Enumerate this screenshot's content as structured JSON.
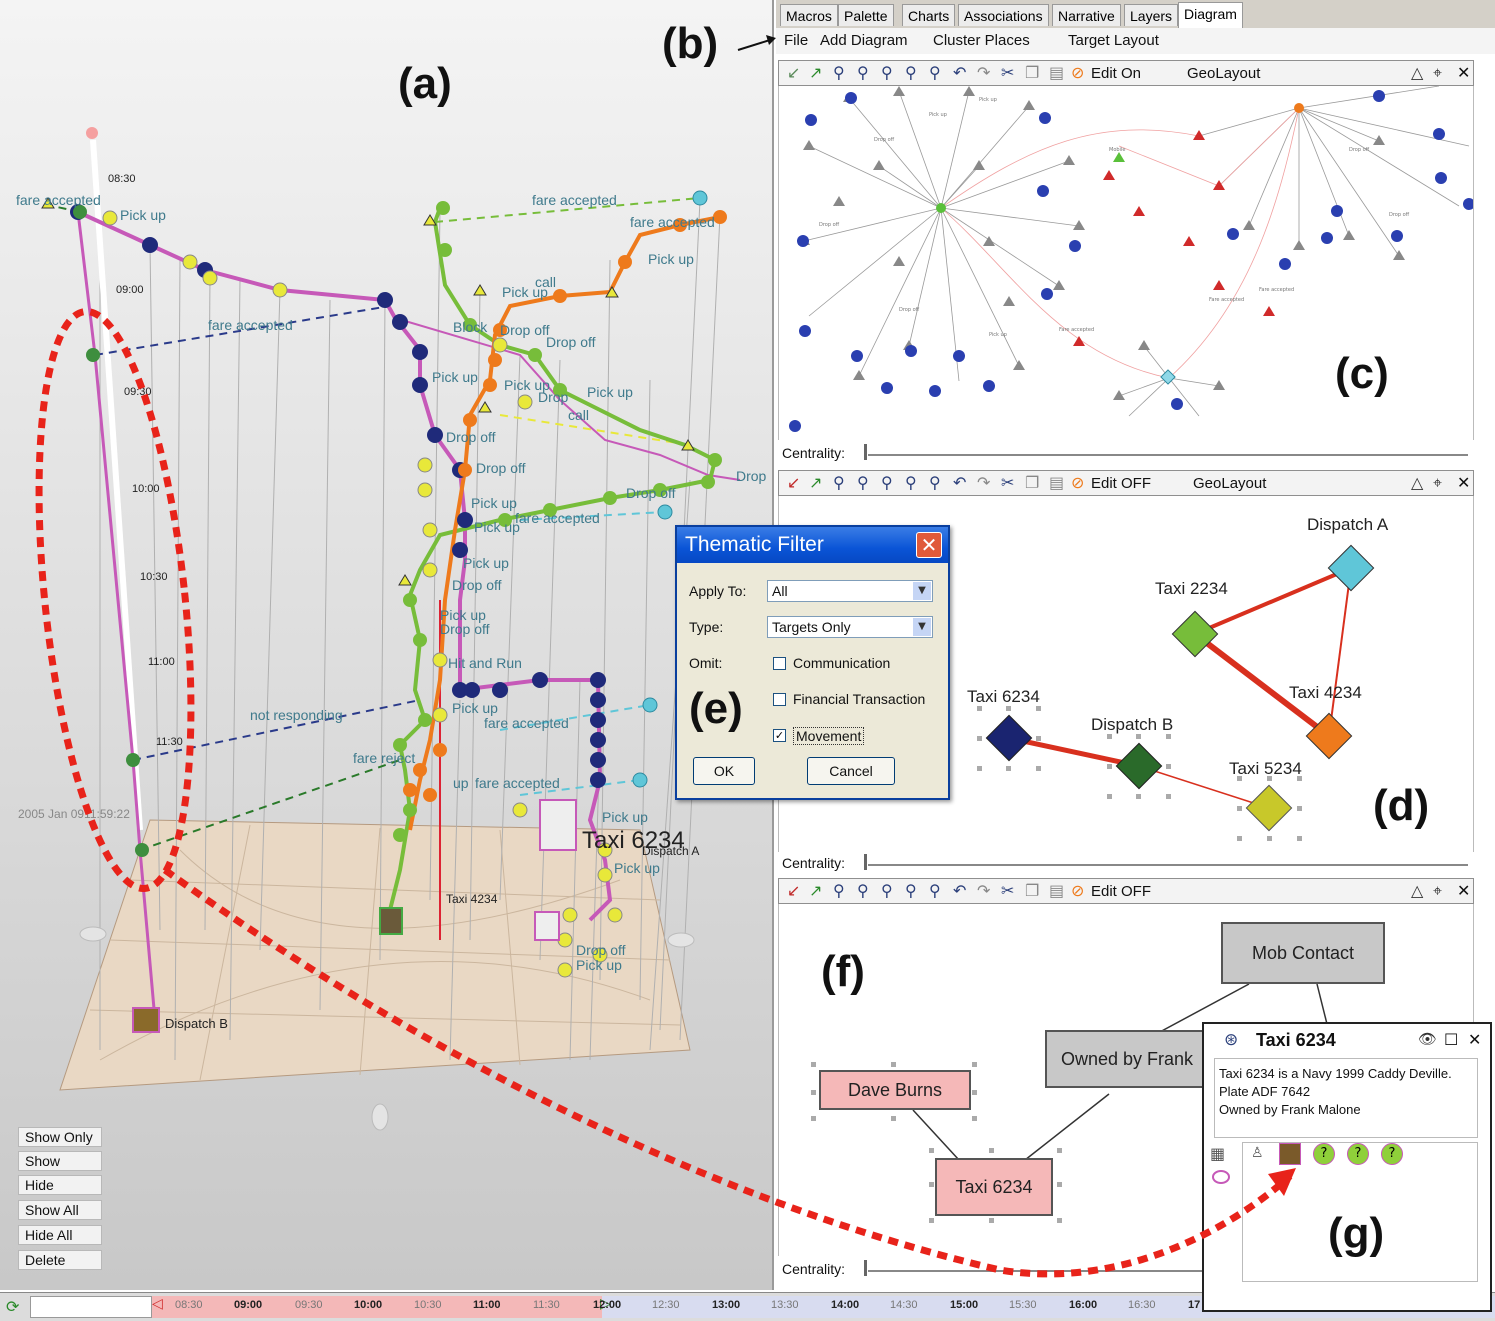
{
  "figure_letters": {
    "a": "(a)",
    "b": "(b)",
    "c": "(c)",
    "d": "(d)",
    "e": "(e)",
    "f": "(f)",
    "g": "(g)"
  },
  "colors": {
    "magenta_track": "#c659b8",
    "green_track": "#77bd3a",
    "orange_track": "#ee7a1c",
    "navy_node": "#1f2a7a",
    "yellow_node": "#e8e83a",
    "cyan_node": "#5fc6d8",
    "red_dotted": "#e8231a",
    "dialog_blue": "#0a54d6"
  },
  "scene": {
    "time_ticks": [
      "08:30",
      "09:00",
      "09:30",
      "10:00",
      "10:30",
      "11:00",
      "11:30"
    ],
    "timestamp": "2005 Jan 0911:59:22",
    "labels": {
      "fare_accepted_1": "fare accepted",
      "pick_up_1": "Pick up",
      "fare_accepted_2": "fare accepted",
      "fare_accepted_3": "fare accepted",
      "fare_accepted_4": "fare accepted",
      "call_1": "call",
      "pick_up_2": "Pick up",
      "pick_up_3": "Pick up",
      "block": "Block",
      "drop_off_1": "Drop off",
      "drop_off_2": "Drop off",
      "pick_up_4": "Pick up",
      "pick_up_5": "Pick up",
      "pick_up_6": "Pick up",
      "drop_1": "Drop",
      "call_2": "call",
      "drop_off_3": "Drop off",
      "drop_off_4": "Drop off",
      "drop_right": "Drop",
      "drop_off_5": "Drop off",
      "pick_up_7": "Pick up",
      "pick_up_8": "Pick up",
      "fare_accepted_5": "fare accepted",
      "pick_up_9": "Pick up",
      "drop_off_6": "Drop off",
      "pick_up_10": "Pick up",
      "drop_off_7": "Drop off",
      "hit_and_run": "Hit and Run",
      "pick_up_11": "Pick up",
      "fare_accepted_6": "fare accepted",
      "not_responding": "not responding",
      "fare_rejected": "fare reject",
      "pick_up_12": "up",
      "fare_accepted_7": "fare accepted",
      "pick_up_13": "Pick up",
      "pick_up_14": "Pick up",
      "taxi_6234": "Taxi 6234",
      "dispatch_a": "Dispatch A",
      "taxi_4234": "Taxi 4234",
      "drop_off_8": "Drop off",
      "pick_up_15": "Pick up",
      "dispatch_b": "Dispatch B"
    }
  },
  "filter_buttons": [
    "Show Only",
    "Show",
    "Hide",
    "Show All",
    "Hide All",
    "Delete"
  ],
  "tabs": [
    "Macros",
    "Palette",
    "Charts",
    "Associations",
    "Narrative",
    "Layers",
    "Diagram"
  ],
  "menu": [
    "File",
    "Add Diagram",
    "Cluster Places",
    "Target Layout"
  ],
  "toolbar_c": {
    "edit": "Edit On",
    "layout": "GeoLayout"
  },
  "toolbar_d": {
    "edit": "Edit OFF",
    "layout": "GeoLayout"
  },
  "toolbar_f": {
    "edit": "Edit OFF"
  },
  "centrality_label": "Centrality:",
  "graph_d": {
    "dispatch_a": "Dispatch A",
    "taxi_2234": "Taxi 2234",
    "taxi_4234": "Taxi 4234",
    "taxi_6234": "Taxi 6234",
    "dispatch_b": "Dispatch B",
    "taxi_5234": "Taxi 5234"
  },
  "graph_f": {
    "mob_contact": "Mob Contact",
    "owned_by_frank": "Owned by Frank",
    "dave_burns": "Dave Burns",
    "taxi_6234": "Taxi 6234"
  },
  "dialog": {
    "title": "Thematic Filter",
    "apply_to_label": "Apply To:",
    "apply_to_value": "All",
    "type_label": "Type:",
    "type_value": "Targets Only",
    "omit_label": "Omit:",
    "checks": [
      {
        "label": "Communication",
        "checked": false
      },
      {
        "label": "Financial Transaction",
        "checked": false
      },
      {
        "label": "Movement",
        "checked": true
      }
    ],
    "ok": "OK",
    "cancel": "Cancel"
  },
  "popup": {
    "title": "Taxi 6234",
    "description": [
      "Taxi 6234 is a Navy 1999 Caddy Deville.",
      "Plate ADF 7642",
      "Owned by Frank Malone"
    ]
  },
  "timeline": {
    "hours": [
      "09:00",
      "10:00",
      "11:00",
      "12:00",
      "13:00",
      "14:00",
      "15:00",
      "16:00",
      "17"
    ],
    "halves": [
      "08:30",
      "09:30",
      "10:30",
      "11:30",
      "12:30",
      "13:30",
      "14:30",
      "15:30",
      "16:30"
    ]
  }
}
